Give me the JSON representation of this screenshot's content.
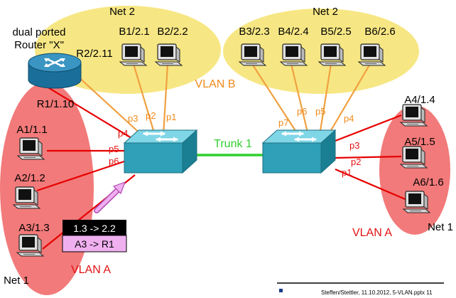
{
  "colors": {
    "vlan_a": "#f27a7a",
    "vlan_b": "#f7e784",
    "link_red": "#e60000",
    "link_orange": "#f0a040",
    "trunk_green": "#2fd02f",
    "port_red": "#e31212",
    "port_orange": "#f08a1a",
    "switch_face": "#2fa0b8"
  },
  "labels": {
    "net2_left": "Net 2",
    "net2_right": "Net 2",
    "router_title_1": "dual ported",
    "router_title_2": "Router \"X\"",
    "router_vlan_b_addr": "R2/2.11",
    "router_vlan_a_addr": "R1/1.10",
    "vlan_b": "VLAN B",
    "vlan_a_left": "VLAN A",
    "vlan_a_right": "VLAN A",
    "net1_left": "Net 1",
    "net1_right": "Net 1",
    "trunk": "Trunk 1",
    "footer": "Steffen/Stettler, 11.10.2012, 5-VLAN.pptx 11"
  },
  "hosts": {
    "b1": "B1/2.1",
    "b2": "B2/2.2",
    "b3": "B3/2.3",
    "b4": "B4/2.4",
    "b5": "B5/2.5",
    "b6": "B6/2.6",
    "a1": "A1/1.1",
    "a2": "A2/1.2",
    "a3": "A3/1.3",
    "a4": "A4/1.4",
    "a5": "A5/1.5",
    "a6": "A6/1.6"
  },
  "ports_left": {
    "p1": "p1",
    "p2": "p2",
    "p3": "p3",
    "p4": "p4",
    "p5": "p5",
    "p6": "p6"
  },
  "ports_right": {
    "p1": "p1",
    "p2": "p2",
    "p3": "p3",
    "p4": "p4",
    "p5": "p5",
    "p6": "p6",
    "p7": "p7"
  },
  "packet": {
    "top": "1.3 -> 2.2",
    "bottom": "A3 -> R1"
  }
}
